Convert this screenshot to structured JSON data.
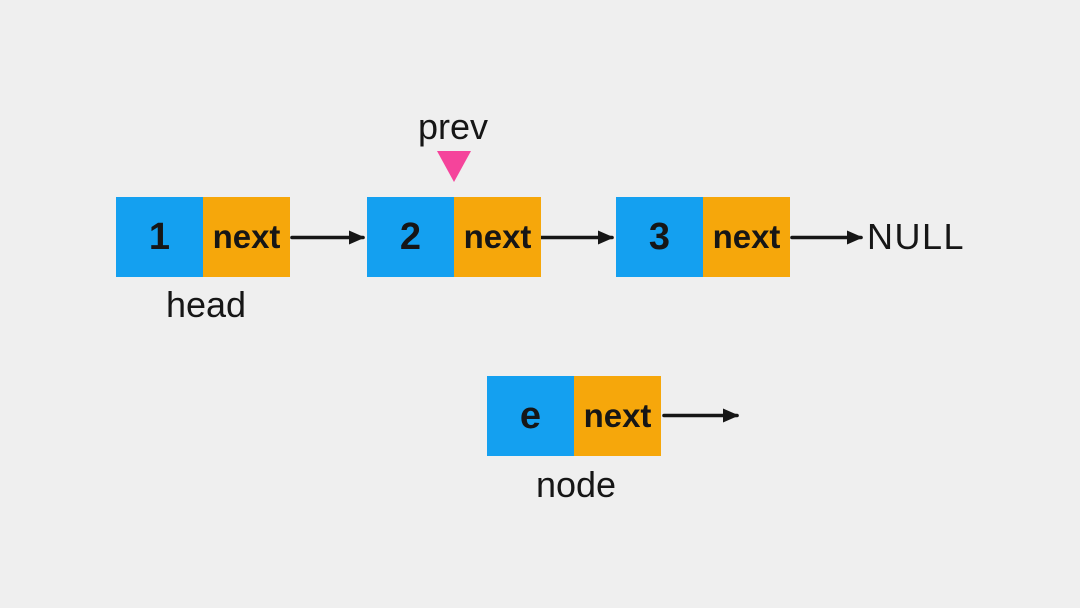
{
  "colors": {
    "background": "#efefef",
    "blue": "#14a0f0",
    "orange": "#f6a70b",
    "pink": "#f5449b",
    "ink": "#161616"
  },
  "labels": {
    "prev": "prev",
    "head": "head",
    "node": "node",
    "null": "NULL"
  },
  "list": {
    "nodes": [
      {
        "value": "1",
        "pointer_label": "next"
      },
      {
        "value": "2",
        "pointer_label": "next"
      },
      {
        "value": "3",
        "pointer_label": "next"
      }
    ]
  },
  "detached_node": {
    "value": "e",
    "pointer_label": "next"
  }
}
